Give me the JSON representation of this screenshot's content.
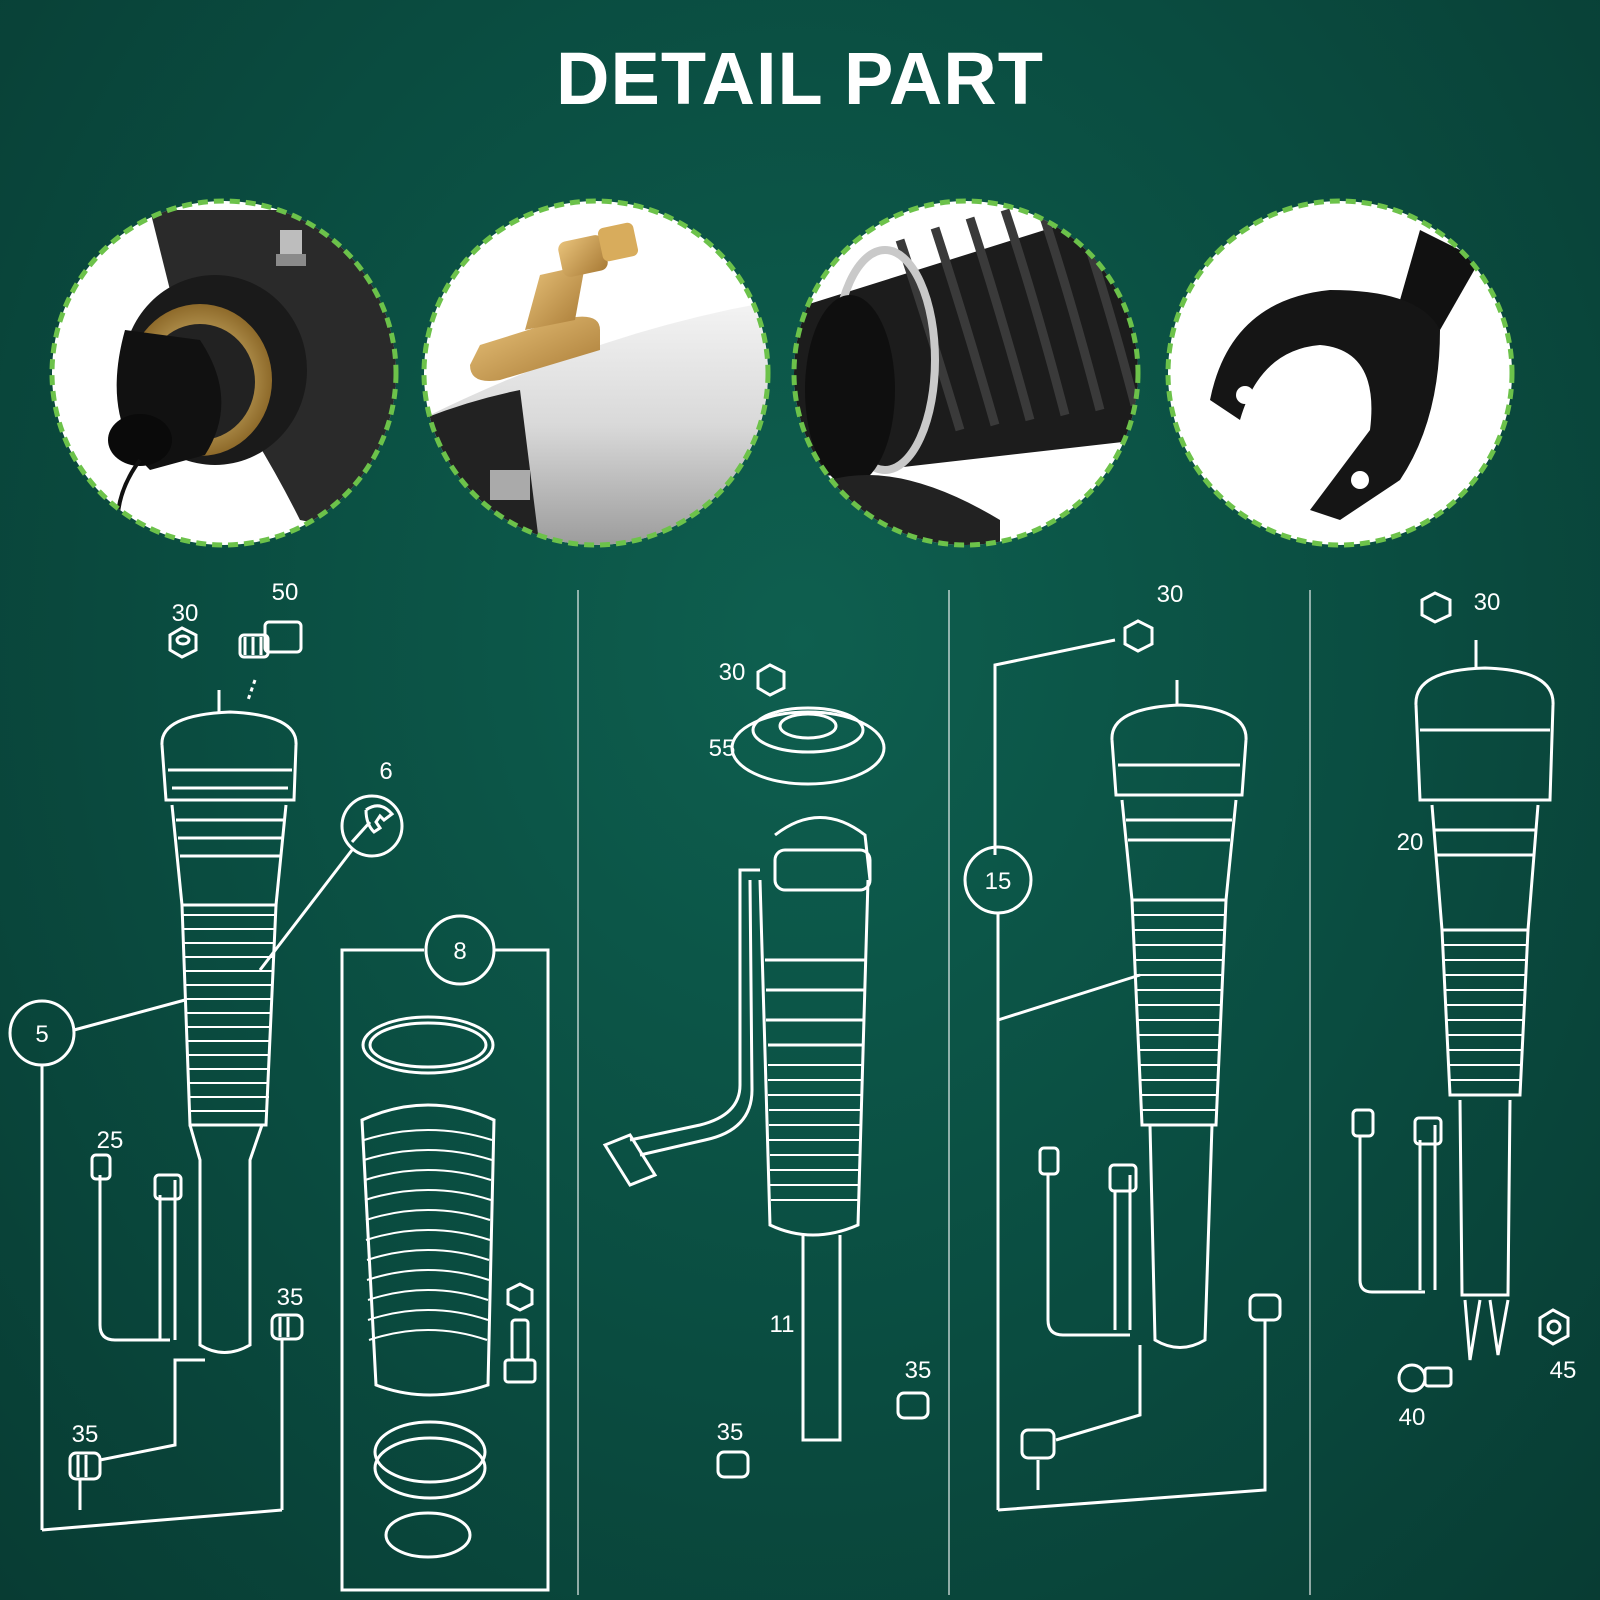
{
  "title": "DETAIL PART",
  "colors": {
    "background": "#0a4c40",
    "line": "#ffffff",
    "circle_border": "#6cc24a"
  },
  "photos": [
    {
      "name": "top-mount-photo",
      "icon": "strut-top-mount-photo"
    },
    {
      "name": "air-valve-photo",
      "icon": "brass-air-valve-photo"
    },
    {
      "name": "bellows-photo",
      "icon": "rubber-bellows-photo"
    },
    {
      "name": "fork-photo",
      "icon": "bottom-fork-photo"
    }
  ],
  "callouts": {
    "p1": {
      "c30": "30",
      "c50": "50",
      "c6": "6",
      "c5": "5",
      "c8": "8",
      "c25": "25",
      "c35a": "35",
      "c35b": "35"
    },
    "p2": {
      "c30": "30",
      "c55": "55",
      "c11": "11",
      "c35a": "35",
      "c35b": "35"
    },
    "p3": {
      "c30": "30",
      "c15": "15"
    },
    "p4": {
      "c30": "30",
      "c20": "20",
      "c40": "40",
      "c45": "45"
    }
  }
}
